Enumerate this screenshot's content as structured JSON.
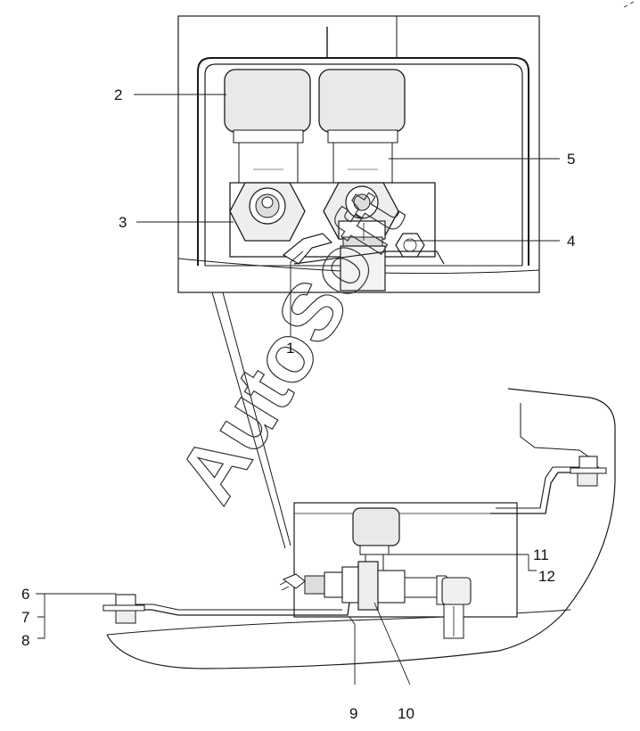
{
  "watermark": "AutoSoft",
  "callouts": {
    "c1": "1",
    "c2": "2",
    "c3": "3",
    "c4": "4",
    "c5": "5",
    "c6": "6",
    "c7": "7",
    "c8": "8",
    "c9": "9",
    "c10": "10",
    "c11": "11",
    "c12": "12"
  },
  "colors": {
    "line": "#1a1a1a",
    "fill_light": "#ffffff",
    "fill_shade": "#e6e6e6"
  }
}
